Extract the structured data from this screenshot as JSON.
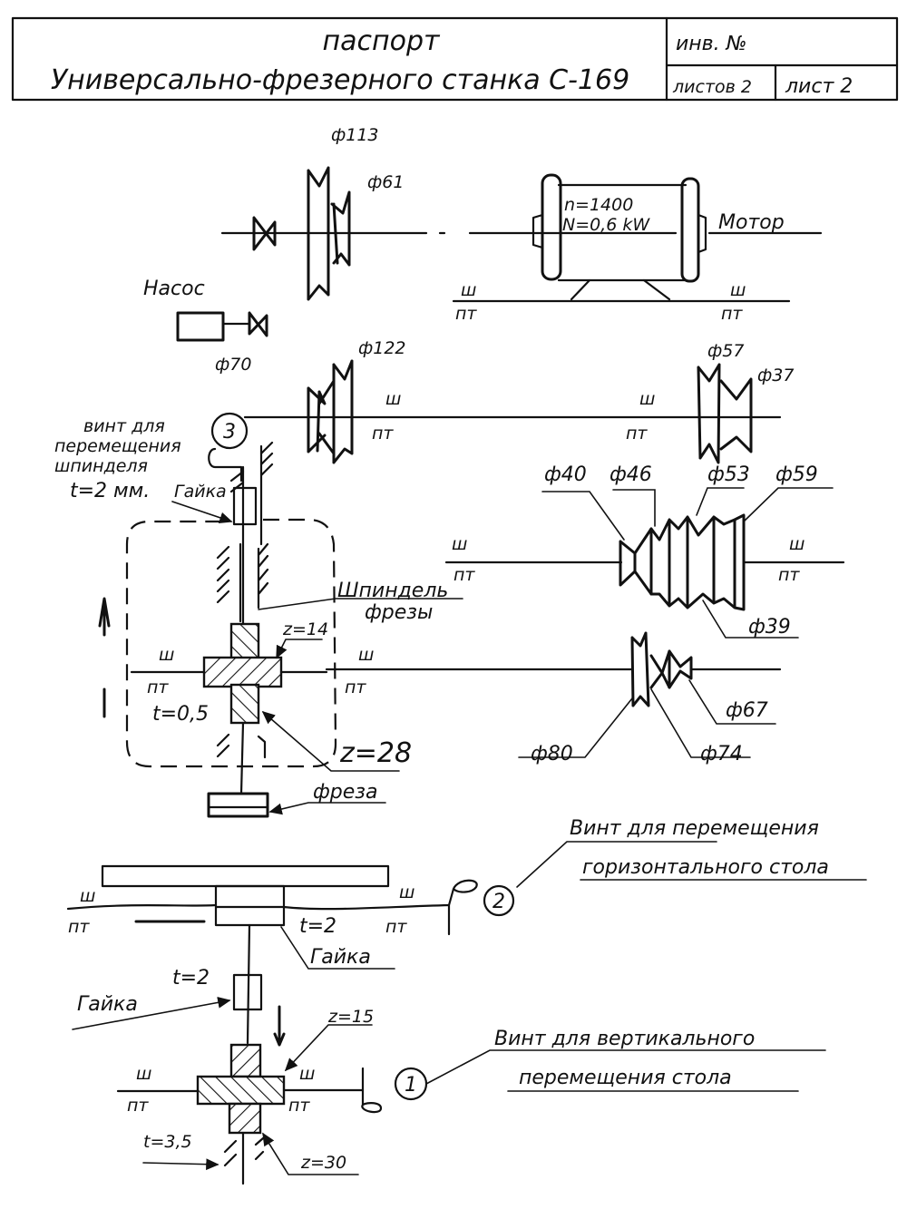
{
  "title_block": {
    "title": "паспорт",
    "subtitle": "Универсально-фрезерного станка С-169",
    "inv_label": "инв. №",
    "sheets_total_label": "листов 2",
    "sheet_label": "лист 2"
  },
  "motor": {
    "label": "Мотор",
    "speed": "n=1400",
    "power": "N=0,6 kW"
  },
  "pump": {
    "label": "Насос",
    "diameter": "ф70"
  },
  "pulleys": {
    "motor_shaft_large": "ф113",
    "motor_shaft_small": "ф61",
    "second_shaft_left": "ф122",
    "second_shaft_right_large": "ф57",
    "second_shaft_right_small": "ф37",
    "cone_40": "ф40",
    "cone_46": "ф46",
    "cone_53": "ф53",
    "cone_59": "ф59",
    "cone_39": "ф39",
    "lower_80": "ф80",
    "lower_74": "ф74",
    "lower_67": "ф67"
  },
  "bearing_symbols": {
    "top": "ш",
    "bottom": "пт"
  },
  "spindle": {
    "callout_number": "3",
    "screw_label_line1": "винт для",
    "screw_label_line2": "перемещения",
    "screw_label_line3": "шпинделя",
    "pitch": "t=2 мм.",
    "nut": "Гайка",
    "spindle_label_line1": "Шпиндель",
    "spindle_label_line2": "фрезы",
    "gear_z14": "z=14",
    "gear_z28": "z=28",
    "pitch_05": "t=0,5",
    "cutter": "фреза"
  },
  "horizontal_table": {
    "callout_number": "2",
    "label_line1": "Винт для перемещения",
    "label_line2": "горизонтального стола",
    "pitch": "t=2",
    "nut": "Гайка"
  },
  "vertical_table": {
    "callout_number": "1",
    "label_line1": "Винт для вертикального",
    "label_line2": "перемещения стола",
    "pitch_top": "t=2",
    "nut": "Гайка",
    "gear_z15": "z=15",
    "gear_z30": "z=30",
    "pitch_35": "t=3,5"
  }
}
